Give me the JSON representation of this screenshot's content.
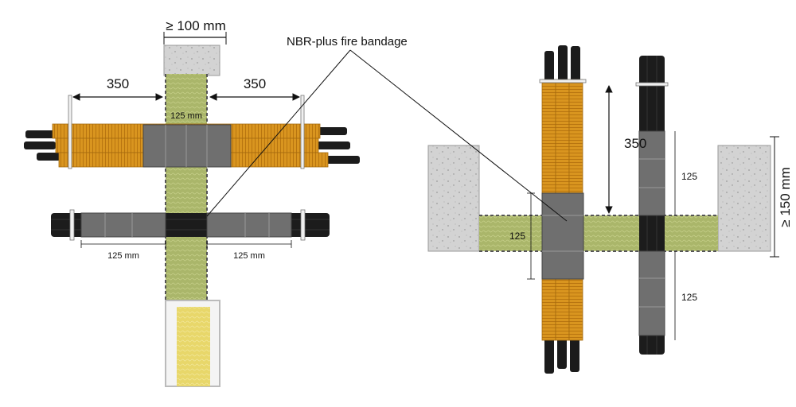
{
  "callout": {
    "text": "NBR-plus fire bandage"
  },
  "left_view": {
    "wall_thickness": "≥ 100 mm",
    "distance_left": "350",
    "distance_right": "350",
    "bandage_width_top": "125 mm",
    "bandage_width_left": "125 mm",
    "bandage_width_right": "125 mm"
  },
  "right_view": {
    "distance_vertical": "350",
    "bandage_upper_right": "125",
    "bandage_left": "125",
    "bandage_lower_right": "125",
    "floor_thickness": "≥ 150 mm"
  },
  "colors": {
    "insulation": "#a9b86a",
    "pipe_orange": "#d9951f",
    "bandage": "#6b6b6b",
    "cable": "#1a1a1a",
    "concrete": "#cfcfcf"
  }
}
